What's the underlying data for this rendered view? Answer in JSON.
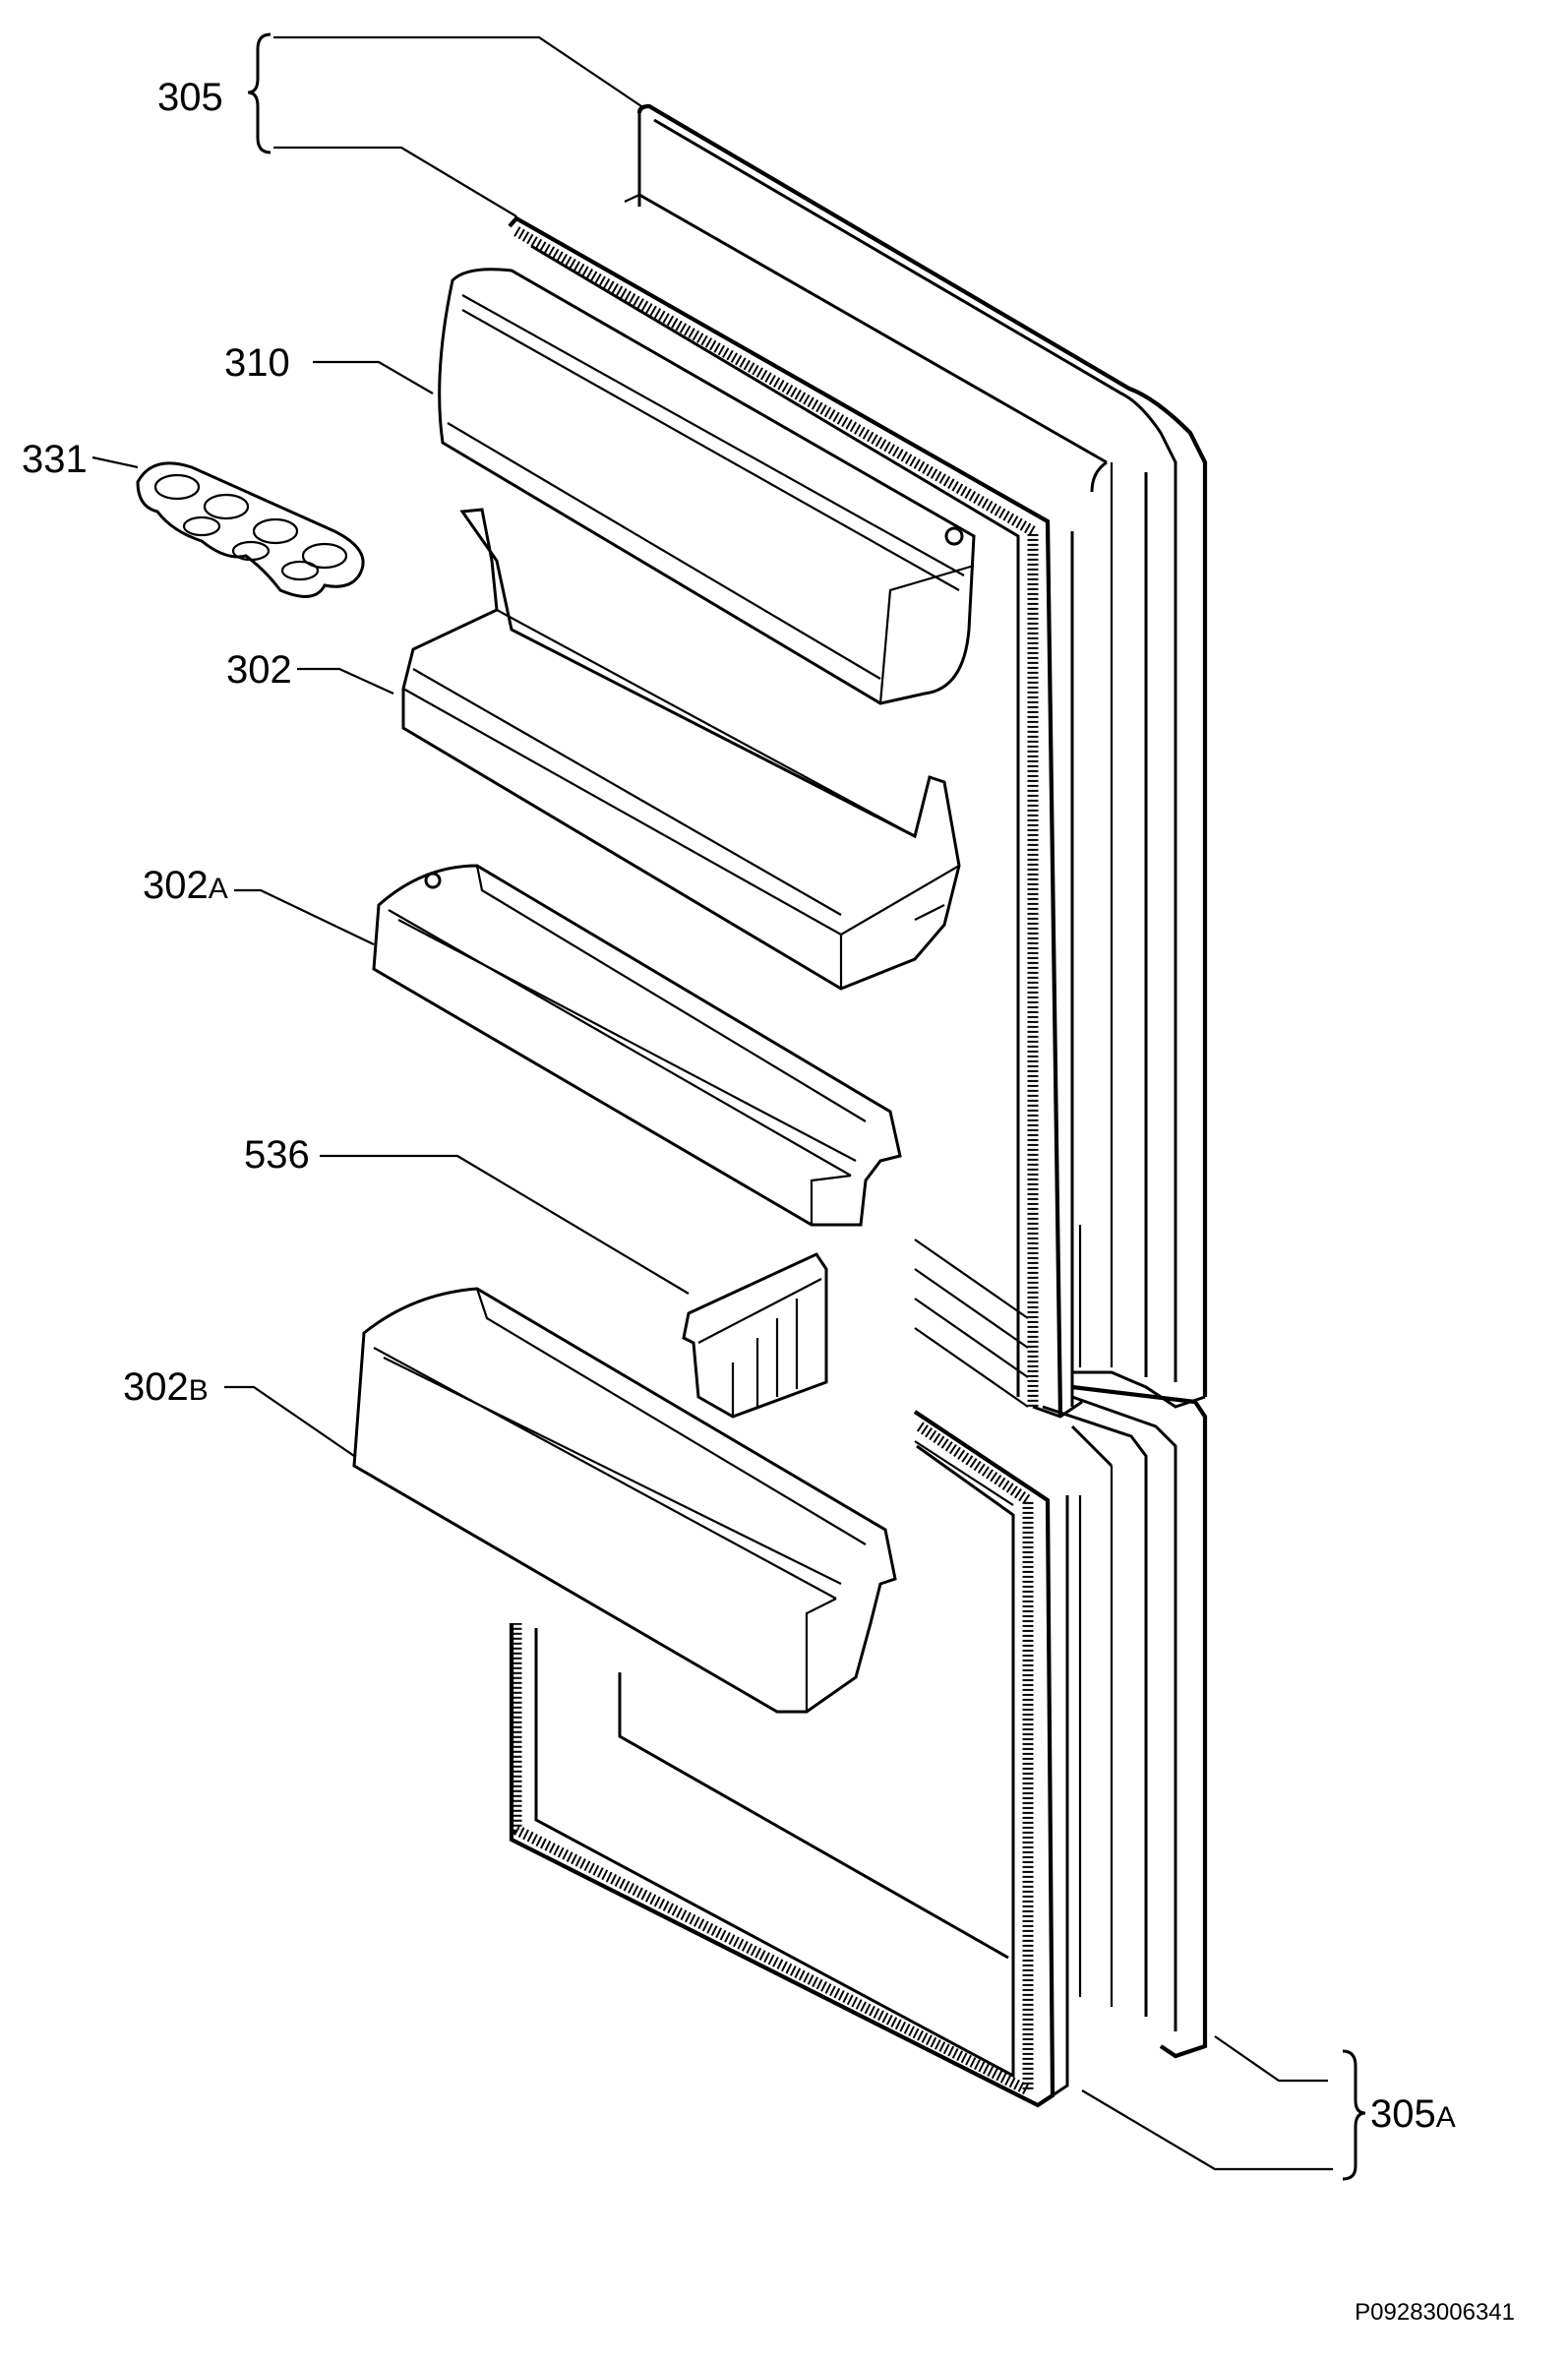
{
  "parts": [
    {
      "id": "p305",
      "number": "305"
    },
    {
      "id": "p310",
      "number": "310"
    },
    {
      "id": "p331",
      "number": "331"
    },
    {
      "id": "p302",
      "number": "302"
    },
    {
      "id": "p302a",
      "number": "302",
      "suffix": "A"
    },
    {
      "id": "p536",
      "number": "536"
    },
    {
      "id": "p302b",
      "number": "302",
      "suffix": "B"
    },
    {
      "id": "p305a",
      "number": "305",
      "suffix": "A"
    }
  ],
  "document_id": "P09283006341",
  "colors": {
    "ink": "#000000",
    "paper": "#ffffff"
  }
}
